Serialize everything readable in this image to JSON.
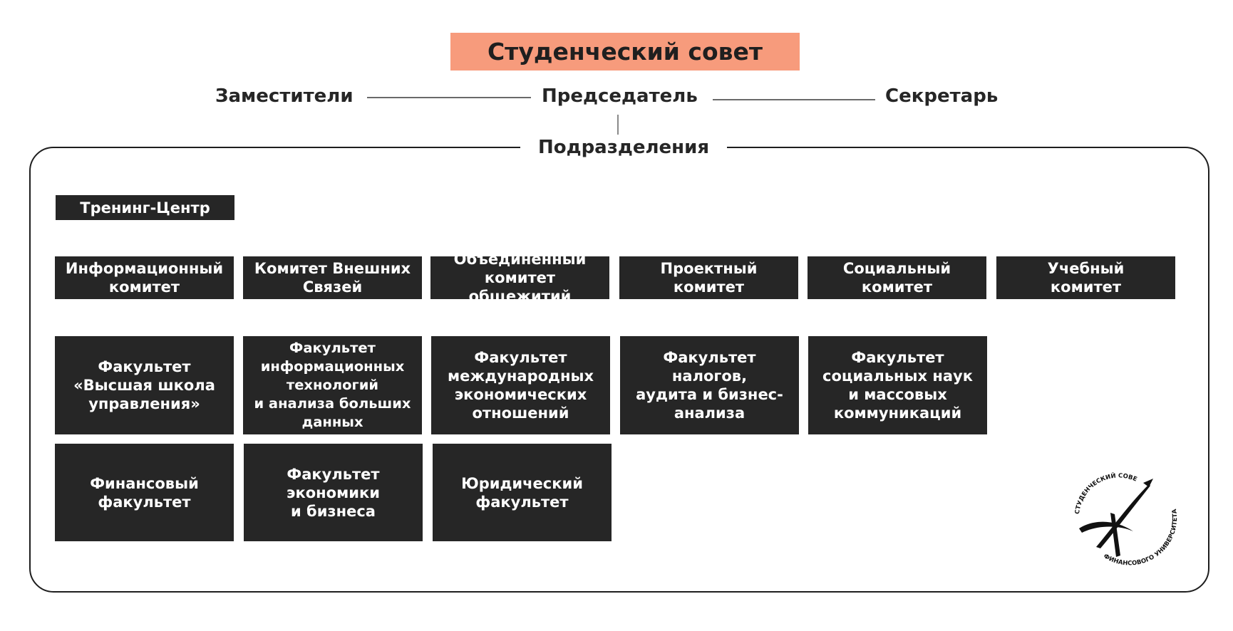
{
  "title": "Студенческий совет",
  "roles": {
    "deputies": "Заместители",
    "chairman": "Председатель",
    "secretary": "Секретарь"
  },
  "divisions_label": "Подразделения",
  "training_center": "Тренинг-Центр",
  "committees": [
    "Информационный\nкомитет",
    "Комитет Внешних\nСвязей",
    "Объединённый\nкомитет общежитий",
    "Проектный\nкомитет",
    "Социальный\nкомитет",
    "Учебный\nкомитет"
  ],
  "faculties_row1": [
    "Факультет\n«Высшая школа\nуправления»",
    "Факультет\nинформационных\nтехнологий\nи анализа больших\nданных",
    "Факультет\nмеждународных\nэкономических\nотношений",
    "Факультет налогов,\nаудита и бизнес-\nанализа",
    "Факультет\nсоциальных наук\nи массовых\nкоммуникаций"
  ],
  "faculties_row2": [
    "Финансовый\nфакультет",
    "Факультет\nэкономики\nи бизнеса",
    "Юридический\nфакультет"
  ],
  "logo_text": {
    "top": "СТУДЕНЧЕСКИЙ СОВЕТ",
    "bottom": "ФИНАНСОВОГО УНИВЕРСИТЕТА"
  },
  "colors": {
    "accent": "#f79b7c",
    "box": "#262626"
  }
}
